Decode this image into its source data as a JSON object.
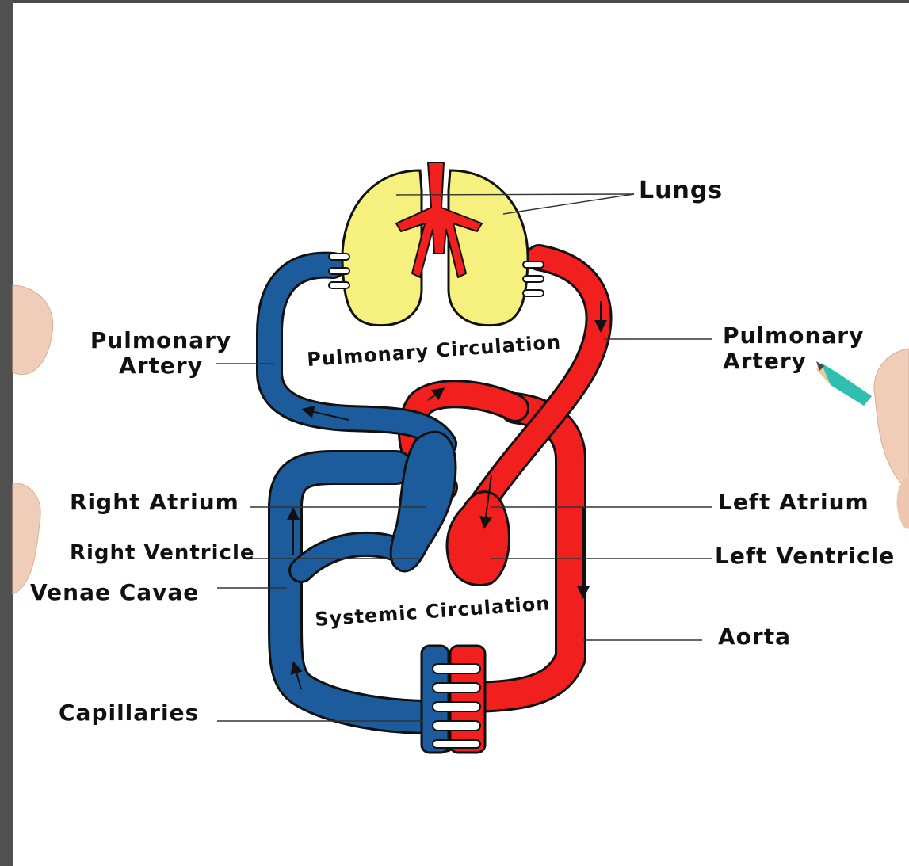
{
  "labels": {
    "lungs": "Lungs",
    "pulmonary_artery_left_line1": "Pulmonary",
    "pulmonary_artery_left_line2": "Artery",
    "pulmonary_artery_right_line1": "Pulmonary",
    "pulmonary_artery_right_line2": "Artery",
    "right_atrium": "Right Atrium",
    "right_ventricle": "Right Ventricle",
    "venae_cavae": "Venae Cavae",
    "capillaries": "Capillaries",
    "left_atrium": "Left Atrium",
    "left_ventricle": "Left Ventricle",
    "aorta": "Aorta",
    "pulmonary_circulation": "Pulmonary Circulation",
    "systemic_circulation": "Systemic Circulation"
  },
  "colors": {
    "deoxygenated_blood": "#1d5c9c",
    "oxygenated_blood": "#f21f1f",
    "lungs": "#f6f07e",
    "outline": "#111111",
    "frame": "#4f4f4f",
    "background": "#ffffff",
    "pencil": "#2fbfb0"
  }
}
